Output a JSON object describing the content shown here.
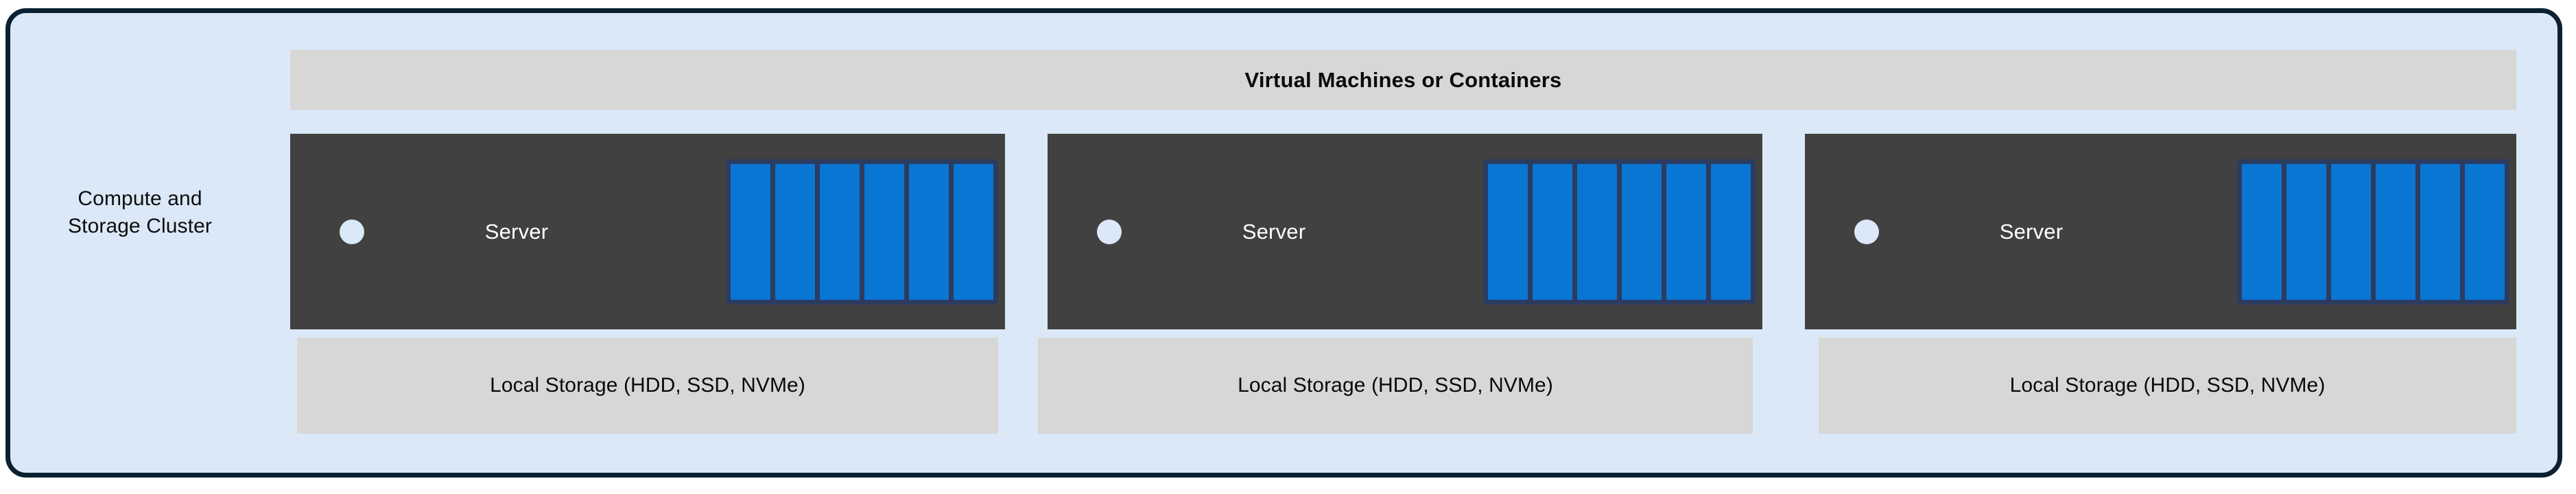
{
  "diagram": {
    "title": "Compute and Storage Cluster",
    "frame": {
      "border_color": "#0b2131",
      "background_color": "#dbe8f7"
    },
    "cluster_label": "Compute and\nStorage Cluster",
    "banner": {
      "label": "Virtual Machines or Containers",
      "background_color": "#d7d7d6",
      "text_color": "#0a0a0a"
    },
    "colors": {
      "server_box": "#414141",
      "server_text": "#ffffff",
      "status_dot": "#dbe8f7",
      "disk_group_frame": "#2b3c60",
      "disk": "#0a76d4",
      "storage_strip": "#d7d7d6"
    },
    "nodes": [
      {
        "id": "node-1",
        "server_label": "Server",
        "status_dot": "status-indicator",
        "disk_count": 6,
        "storage_label": "Local Storage (HDD, SSD, NVMe)"
      },
      {
        "id": "node-2",
        "server_label": "Server",
        "status_dot": "status-indicator",
        "disk_count": 6,
        "storage_label": "Local Storage (HDD, SSD, NVMe)"
      },
      {
        "id": "node-3",
        "server_label": "Server",
        "status_dot": "status-indicator",
        "disk_count": 6,
        "storage_label": "Local Storage (HDD, SSD, NVMe)"
      }
    ]
  }
}
